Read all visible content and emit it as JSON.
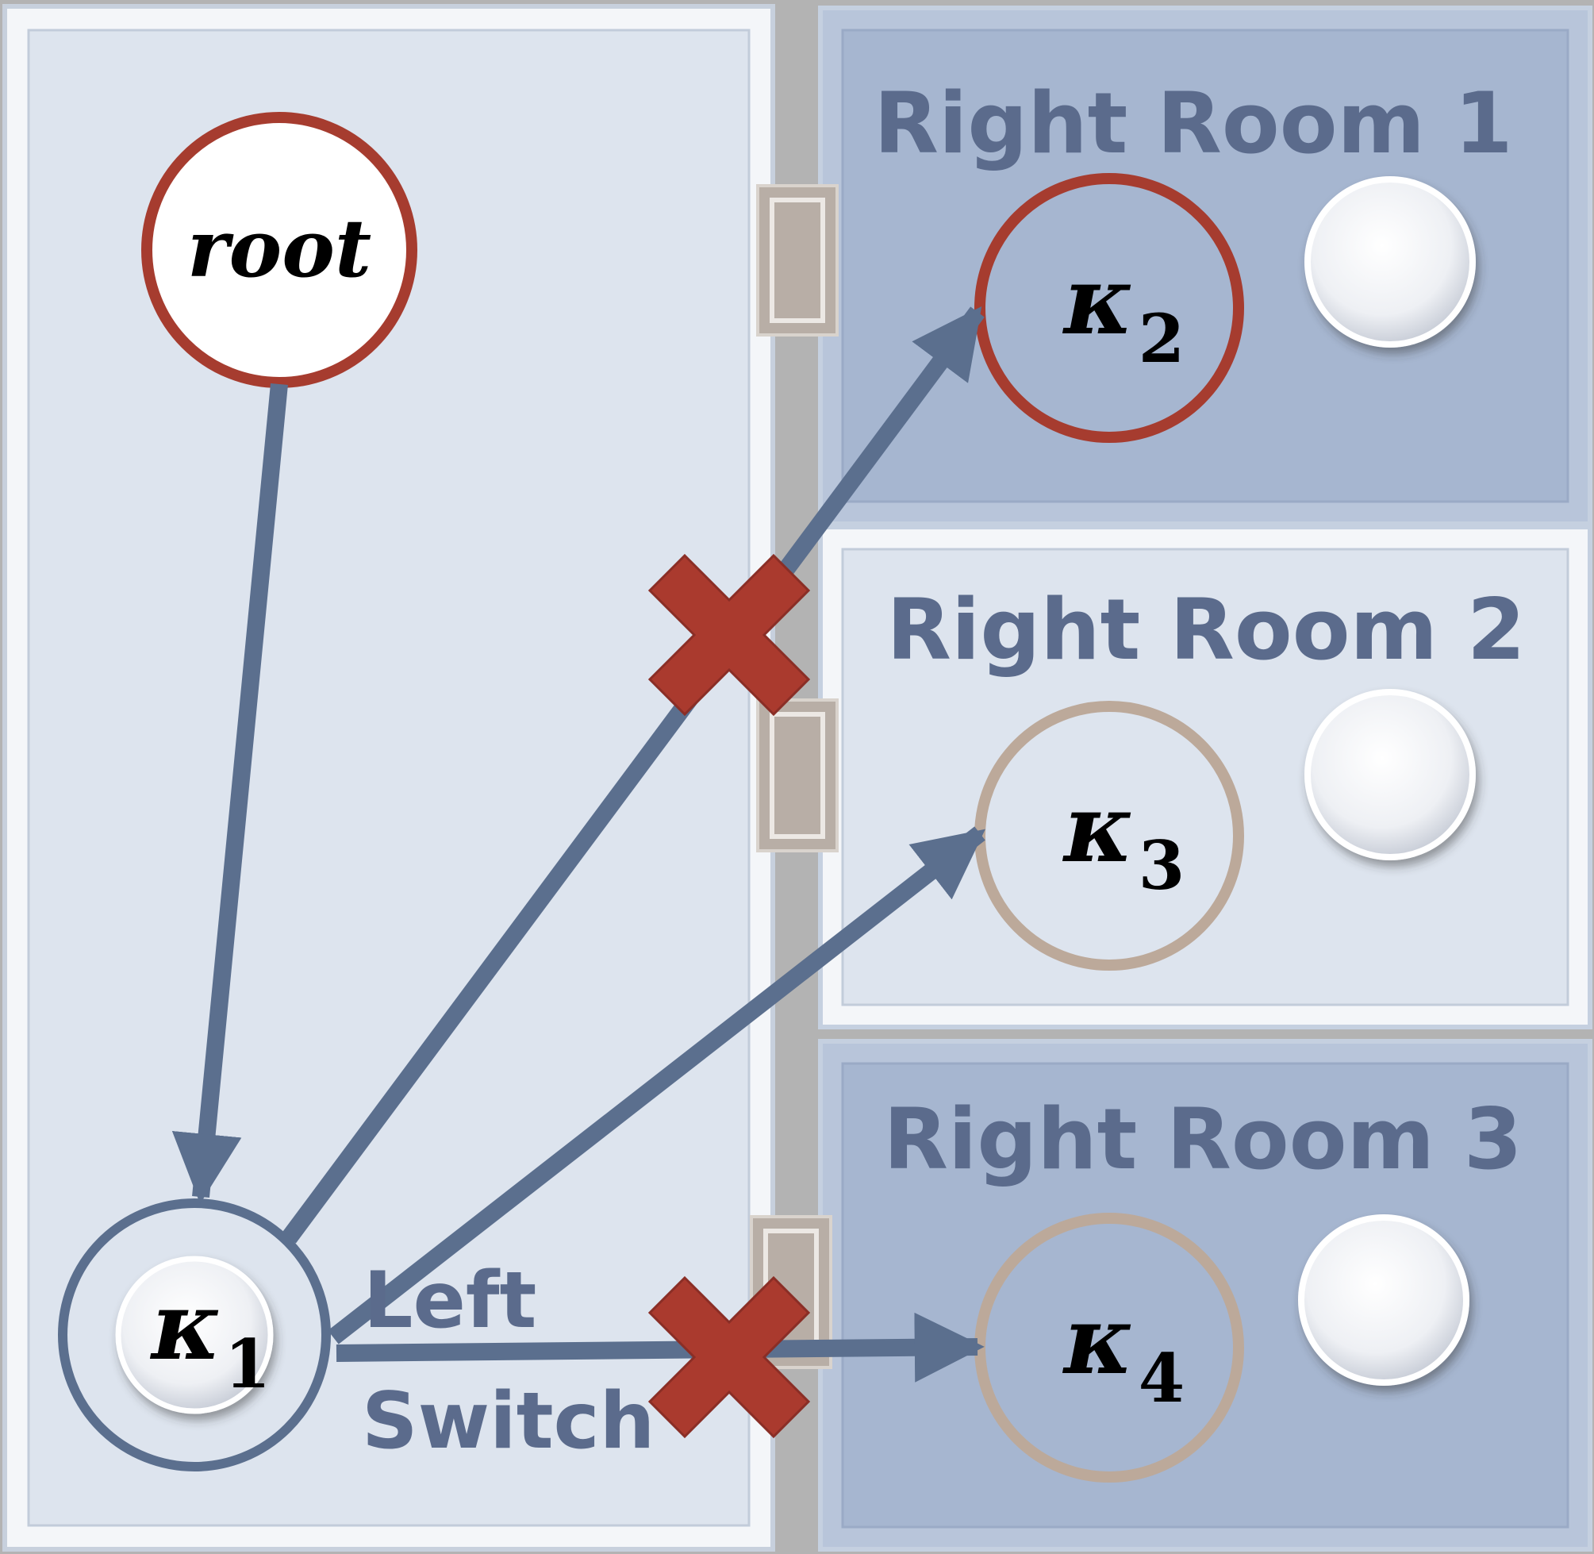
{
  "rooms": {
    "right_room_1": "Right Room 1",
    "right_room_2": "Right Room 2",
    "right_room_3": "Right Room 3"
  },
  "nodes": {
    "root": "root",
    "kappa_symbol": "κ",
    "kappa1_sub": "1",
    "kappa2_sub": "2",
    "kappa3_sub": "3",
    "kappa4_sub": "4"
  },
  "switch_label": {
    "line1": "Left",
    "line2": "Switch"
  },
  "colors": {
    "arrow": "#5b6f8e",
    "dark_room": "#a6b6d0",
    "light_room": "#dde4ee",
    "label_text": "#5b6b8c",
    "active_node": "#a63c2f",
    "inactive_node": "#bca99a",
    "cross": "#aa3a2e",
    "door": "#b8aea6"
  },
  "icons": [
    "button-icon",
    "cross-icon",
    "door-icon"
  ]
}
